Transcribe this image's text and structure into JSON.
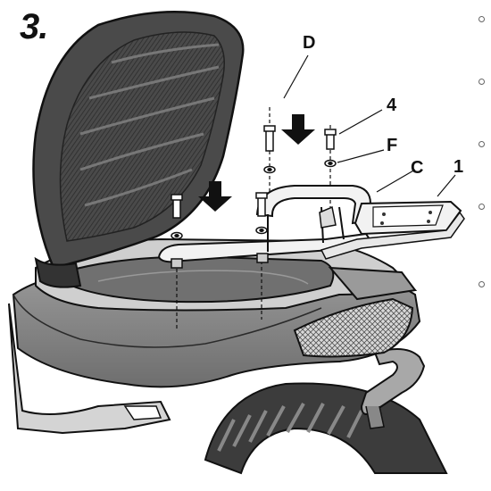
{
  "step": {
    "number": "3."
  },
  "callouts": {
    "d": "D",
    "four": "4",
    "f": "F",
    "c": "C",
    "one": "1"
  },
  "colors": {
    "outline": "#1a1a1a",
    "seat_dark": "#3a3a3a",
    "seat_mid": "#6b6b6b",
    "body_gray": "#8a8a8a",
    "body_light": "#b8b8b8",
    "rack_white": "#f2f2f2",
    "arrow": "#111111"
  },
  "icons": {
    "arrow_left": "down-arrow-icon",
    "arrow_right": "down-arrow-icon"
  }
}
